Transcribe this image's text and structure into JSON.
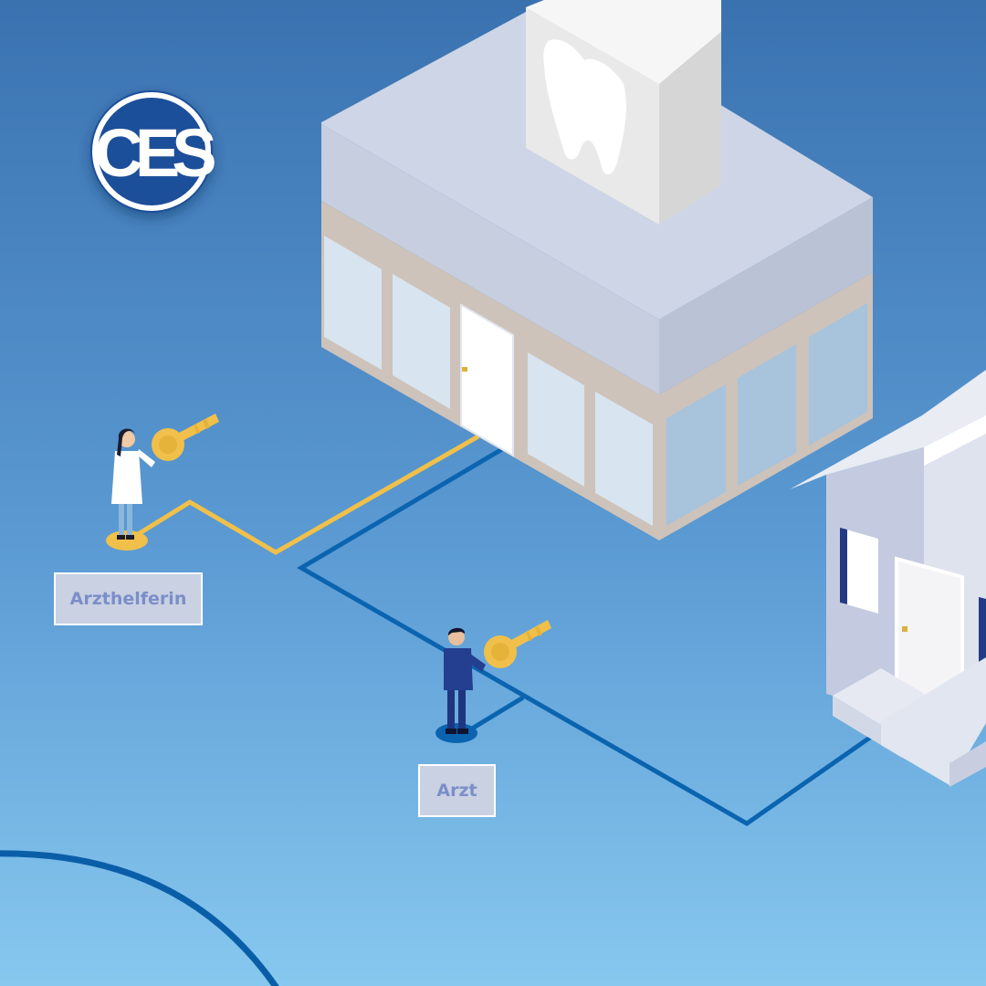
{
  "logo": {
    "text": "CES",
    "color": "#ffffff"
  },
  "people": [
    {
      "id": "assistant",
      "label": "Arzthelferin",
      "key_color": "#f2c744"
    },
    {
      "id": "doctor",
      "label": "Arzt",
      "key_color": "#f2c744"
    }
  ],
  "buildings": {
    "practice": {
      "sign_icon": "tooth-icon"
    },
    "house": {
      "icon": "house-icon"
    }
  },
  "colors": {
    "background_top": "#3a73b0",
    "background_bottom": "#86c7ef",
    "assistant_path": "#f0c04a",
    "doctor_path": "#0a64b0",
    "label_fill": "#c9d1e2",
    "label_text": "#7b8ec9"
  }
}
